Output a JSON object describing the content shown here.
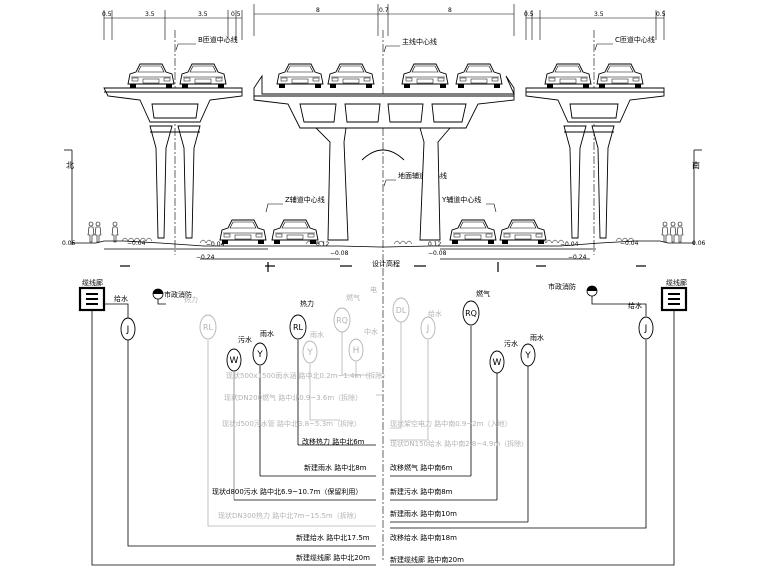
{
  "dims": {
    "top_left": [
      "0.5",
      "3.5",
      "3.5",
      "0.5"
    ],
    "top_mid": [
      "8",
      "0.7",
      "8"
    ],
    "top_right": [
      "0.5",
      "3.5",
      "0.5"
    ]
  },
  "centerlines": {
    "b_ramp": "B匝道中心线",
    "main": "主线中心线",
    "c_ramp": "C匝道中心线",
    "z_aux": "Z辅道中心线",
    "ground_aux": "地面辅道中心线",
    "y_aux": "Y辅道中心线"
  },
  "sides": {
    "north": "北",
    "south": "南"
  },
  "slopes": {
    "left_edge": "0.06",
    "l1": "−0.04",
    "l2": "−0.04",
    "l3": "−0.24",
    "m1": "0.12",
    "m2": "−0.08",
    "m3": "−0.08",
    "m4": "0.12",
    "r1": "−0.24",
    "r2": "−0.04",
    "r3": "−0.04",
    "right_edge": "0.06"
  },
  "design_elev": "设计高程",
  "facilities": {
    "cable_tunnel": "缆线廊",
    "fire_hydrant": "市政消防",
    "water_supply": "给水",
    "heat": "热力",
    "sewage": "污水",
    "rain": "雨水",
    "gas": "燃气",
    "electric": "电",
    "reclaimed": "中水"
  },
  "pipe_symbols": {
    "J": "J",
    "RL": "RL",
    "W": "W",
    "Y": "Y",
    "RQ": "RQ",
    "DL": "DL",
    "H": "H"
  },
  "labels": {
    "faint_1": "现状500x1500雨水涵  路中北0.2m~1.4m（拆除）",
    "faint_2": "现状DN200燃气  路中北0.9~3.6m（拆除）",
    "faint_3": "现状d500污水管  路中北3.8~5.3m（拆除）",
    "faint_4": "现状架空电力  路中南0.9~2m（入地）",
    "faint_5": "现状DN150给水  路中南2.8~4.9m（拆除）",
    "faint_6": "现状DN300热力  路中北7m~15.5m（拆除）",
    "L1": "改移热力  路中北6m",
    "L2": "新建雨水  路中北8m",
    "L3": "改移燃气  路中南6m",
    "L4": "现状d800污水  路中北6.9~10.7m（保留利用）",
    "L5": "新建污水  路中南8m",
    "L6": "新建雨水  路中南10m",
    "L7": "新建给水  路中北17.5m",
    "L8": "改移给水  路中南18m",
    "L9": "新建缆线廊  路中北20m",
    "L10": "新建缆线廊  路中南20m"
  },
  "colors": {
    "line": "#000000",
    "faint": "#b4b4b4"
  }
}
